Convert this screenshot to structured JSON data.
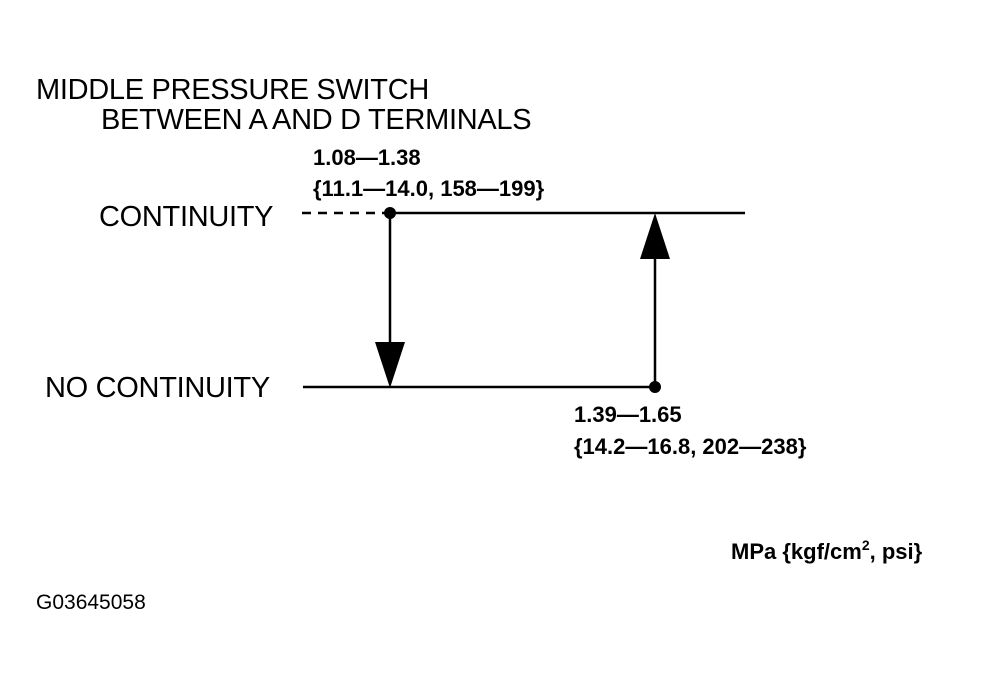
{
  "title": {
    "line1": "MIDDLE PRESSURE SWITCH",
    "line2": "BETWEEN A AND D TERMINALS"
  },
  "states": {
    "continuity": "CONTINUITY",
    "no_continuity": "NO CONTINUITY"
  },
  "switch_off_point": {
    "mpa": "1.08—1.38",
    "alt": "{11.1—14.0, 158—199}"
  },
  "switch_on_point": {
    "mpa": "1.39—1.65",
    "alt": "{14.2—16.8, 202—238}"
  },
  "units": {
    "prefix": "MPa {kgf/cm",
    "superscript": "2",
    "suffix": ", psi}"
  },
  "figure_code": "G03645058",
  "colors": {
    "ink": "#000000",
    "background": "#ffffff"
  }
}
